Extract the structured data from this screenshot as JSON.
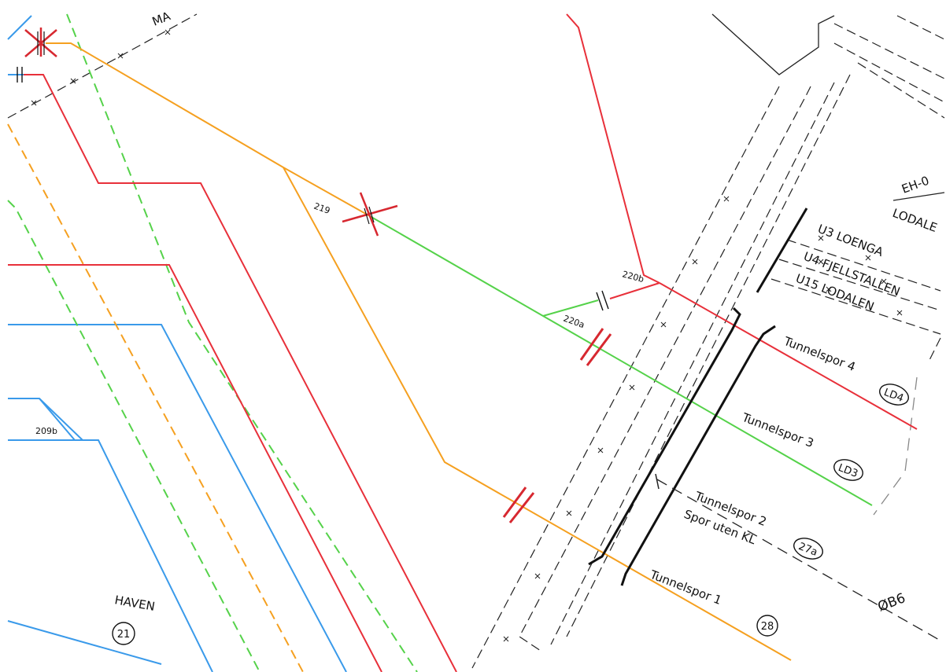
{
  "colors": {
    "red": "#e8303a",
    "orange": "#f5a020",
    "green": "#55d24a",
    "blue": "#3a9aea",
    "black": "#111111",
    "marker": "#d72830"
  },
  "labels": {
    "top_fragment": "MA",
    "sw_219": "219",
    "sw_220a": "220a",
    "sw_220b": "220b",
    "sw_209b": "209b",
    "eh_top": "EH-0",
    "eh_bottom": "LODALE",
    "u3": "U3 LOENGA",
    "u4": "U4 FJELLSTALLEN",
    "u15": "U15 LODALEN",
    "haven": "HAVEN",
    "haven_no": "21",
    "obs": "ØB6"
  },
  "tracks": [
    {
      "name": "Tunnelspor 4",
      "code": "LD4"
    },
    {
      "name": "Tunnelspor 3",
      "code": "LD3"
    },
    {
      "name": "Tunnelspor 2",
      "sub": "Spor uten KL",
      "code": "27a"
    },
    {
      "name": "Tunnelspor 1",
      "code": "28"
    }
  ]
}
